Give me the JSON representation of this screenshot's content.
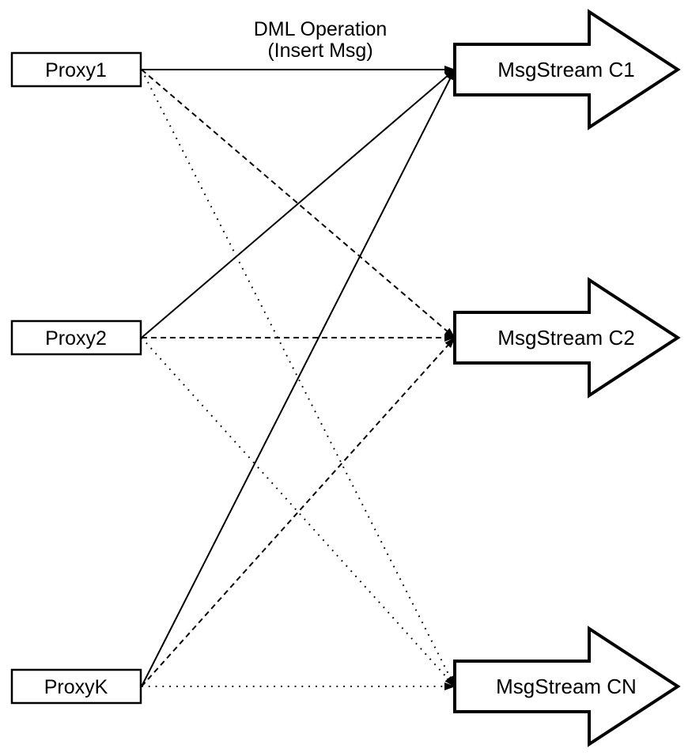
{
  "title": {
    "line1": "DML Operation",
    "line2": "(Insert Msg)"
  },
  "proxies": [
    {
      "id": "proxy1",
      "label": "Proxy1"
    },
    {
      "id": "proxy2",
      "label": "Proxy2"
    },
    {
      "id": "proxyk",
      "label": "ProxyK"
    }
  ],
  "streams": [
    {
      "id": "c1",
      "label": "MsgStream C1"
    },
    {
      "id": "c2",
      "label": "MsgStream C2"
    },
    {
      "id": "cn",
      "label": "MsgStream CN"
    }
  ],
  "edges": [
    {
      "from": "proxy1",
      "to": "c1",
      "style": "solid"
    },
    {
      "from": "proxy1",
      "to": "c2",
      "style": "dashed"
    },
    {
      "from": "proxy1",
      "to": "cn",
      "style": "dotted"
    },
    {
      "from": "proxy2",
      "to": "c1",
      "style": "solid"
    },
    {
      "from": "proxy2",
      "to": "c2",
      "style": "dashed"
    },
    {
      "from": "proxy2",
      "to": "cn",
      "style": "dotted"
    },
    {
      "from": "proxyk",
      "to": "c1",
      "style": "solid"
    },
    {
      "from": "proxyk",
      "to": "c2",
      "style": "dashed"
    },
    {
      "from": "proxyk",
      "to": "cn",
      "style": "dotted"
    }
  ],
  "colors": {
    "line": "#000000",
    "shape_fill": "#ffffff",
    "background": "#ffffff"
  }
}
